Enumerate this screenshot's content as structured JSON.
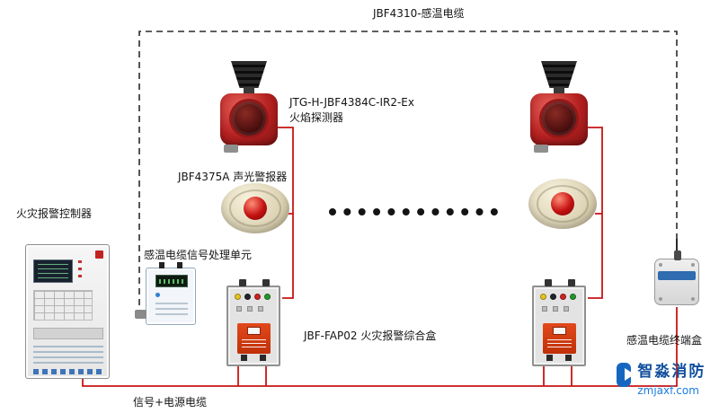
{
  "labels": {
    "top_cable": "JBF4310-感温电缆",
    "flame_detector_model": "JTG-H-JBF4384C-IR2-Ex",
    "flame_detector_name": "火焰探测器",
    "sounder": "JBF4375A 声光警报器",
    "controller": "火灾报警控制器",
    "signal_unit": "感温电缆信号处理单元",
    "junction_box": "JBF-FAP02 火灾报警综合盒",
    "terminal_box": "感温电缆终端盒",
    "bottom_cable": "信号+电源电缆"
  },
  "logo": {
    "brand": "智淼消防",
    "domain": "zmjaxf.com"
  },
  "colors": {
    "wire_red": "#c81414",
    "cable_black": "#2a2a2a",
    "brand_blue": "#1566c0"
  }
}
